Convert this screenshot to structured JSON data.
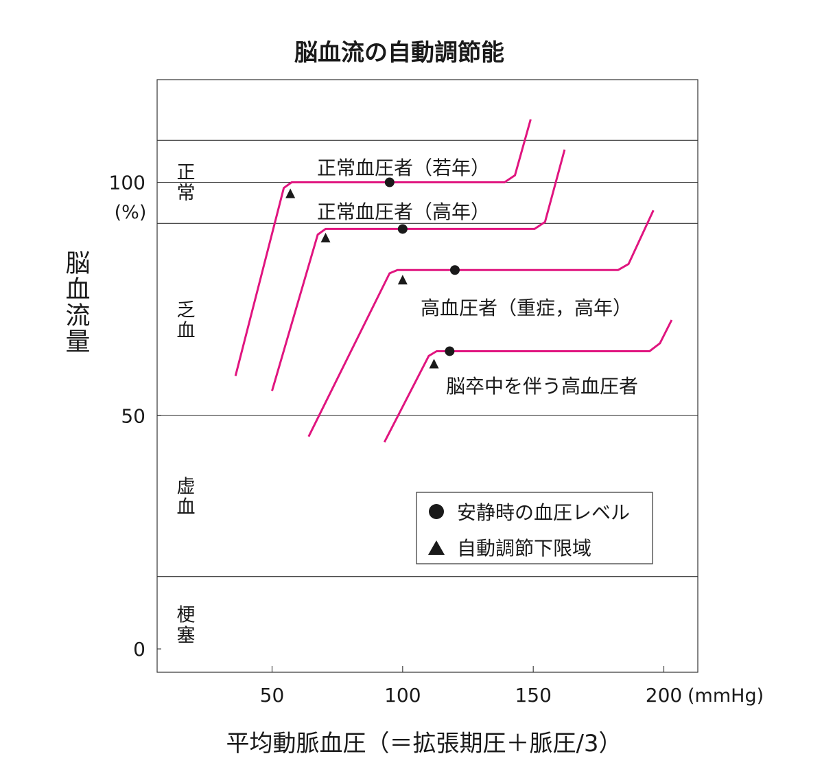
{
  "chart_data": {
    "type": "line",
    "title": "脳血流の自動調節能",
    "xlabel": "平均動脈血圧（＝拡張期圧＋脈圧/3）",
    "ylabel": "脳血流量",
    "x_ticks": [
      {
        "value": 50,
        "label": "50"
      },
      {
        "value": 100,
        "label": "100"
      },
      {
        "value": 150,
        "label": "150"
      },
      {
        "value": 200,
        "label": "200"
      }
    ],
    "x_unit": "(mmHg)",
    "y_ticks": [
      {
        "value": 0,
        "label": "0"
      },
      {
        "value": 50,
        "label": "50"
      },
      {
        "value": 100,
        "label": "100"
      }
    ],
    "y_unit": "(%)",
    "xlim": [
      6,
      213
    ],
    "ylim": [
      -5,
      122
    ],
    "grid_lines_y": [
      15.5,
      50,
      91.2,
      100,
      109
    ],
    "zones": [
      {
        "label": "正常",
        "y_top": 109,
        "y_bottom": 91.2
      },
      {
        "label": "乏血",
        "y_top": 91.2,
        "y_bottom": 50
      },
      {
        "label": "虚血",
        "y_top": 50,
        "y_bottom": 15.5
      },
      {
        "label": "梗塞",
        "y_top": 15.5,
        "y_bottom": -5
      }
    ],
    "line_color": "#e0157f",
    "series": [
      {
        "name": "正常血圧者（若年）",
        "points": [
          [
            36,
            58.5
          ],
          [
            54.5,
            98.8
          ],
          [
            57.5,
            100
          ],
          [
            139,
            100
          ],
          [
            143,
            101.5
          ],
          [
            149,
            113.5
          ]
        ],
        "resting": [
          95,
          100
        ],
        "lower_limit": [
          57,
          97.5
        ]
      },
      {
        "name": "正常血圧者（高年）",
        "points": [
          [
            50,
            55.3
          ],
          [
            67.5,
            88.8
          ],
          [
            70.5,
            90
          ],
          [
            150.5,
            90
          ],
          [
            154.5,
            91.5
          ],
          [
            162,
            107
          ]
        ],
        "resting": [
          100,
          90
        ],
        "lower_limit": [
          70.5,
          88
        ]
      },
      {
        "name": "高血圧者（重症，高年）",
        "points": [
          [
            64,
            45.5
          ],
          [
            95,
            80.5
          ],
          [
            98,
            81.2
          ],
          [
            182.5,
            81.2
          ],
          [
            186.5,
            82.5
          ],
          [
            196,
            94
          ]
        ],
        "resting": [
          120,
          81.2
        ],
        "lower_limit": [
          100,
          79
        ]
      },
      {
        "name": "脳卒中を伴う高血圧者",
        "points": [
          [
            93,
            44.3
          ],
          [
            110,
            62.8
          ],
          [
            113,
            63.8
          ],
          [
            194.5,
            63.8
          ],
          [
            198.5,
            65.5
          ],
          [
            203,
            70.5
          ]
        ],
        "resting": [
          118,
          63.8
        ],
        "lower_limit": [
          112,
          61
        ]
      }
    ],
    "legend": {
      "position": "lower-right",
      "items": [
        {
          "marker": "circle",
          "label": "安静時の血圧レベル"
        },
        {
          "marker": "triangle",
          "label": "自動調節下限域"
        }
      ]
    }
  }
}
